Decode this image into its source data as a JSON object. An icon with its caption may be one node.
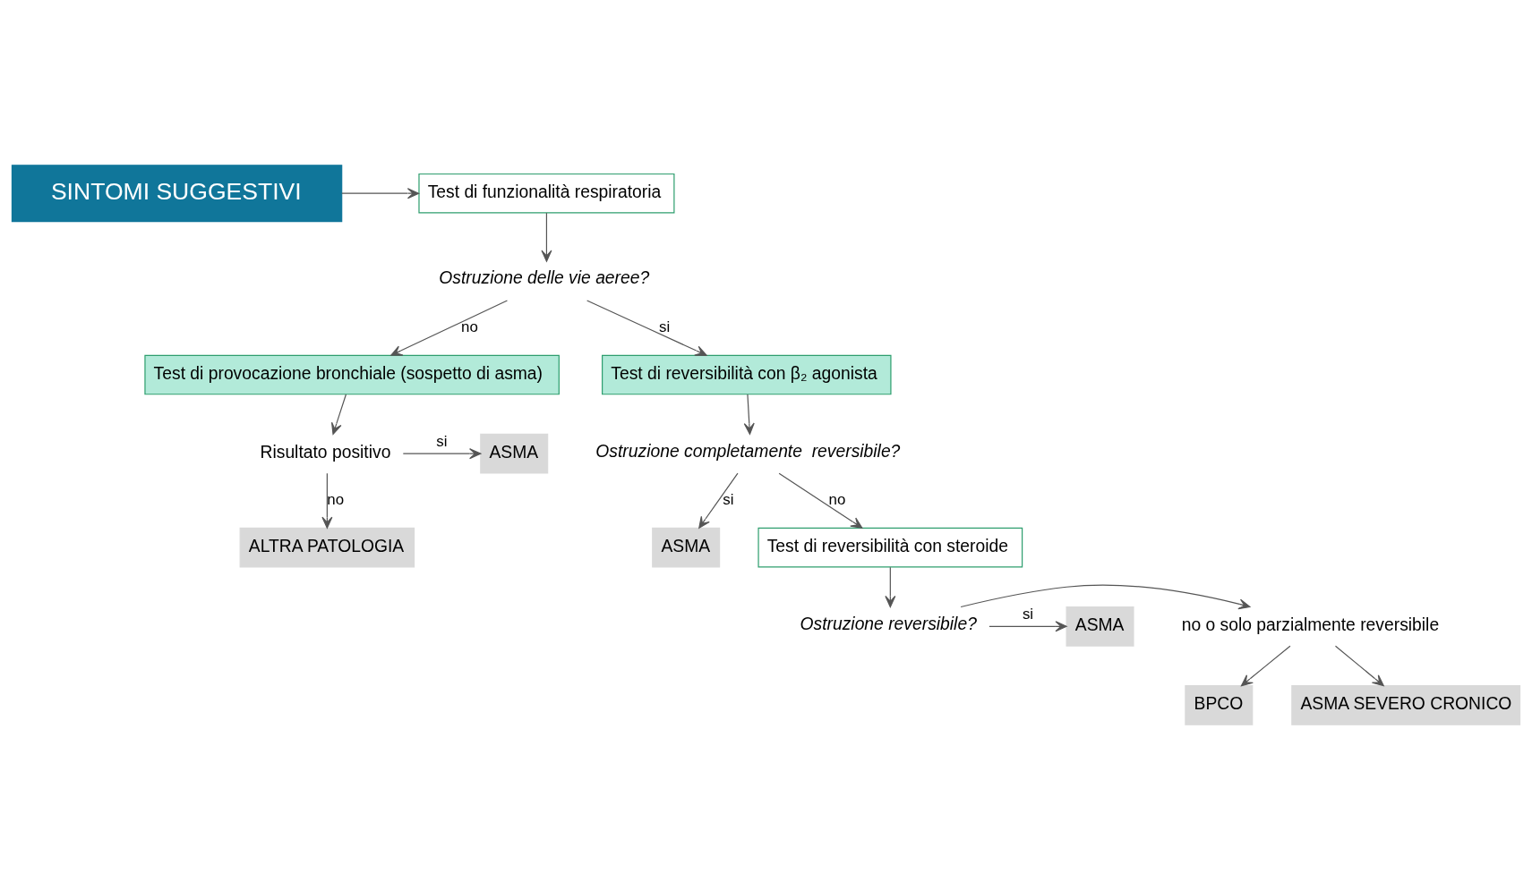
{
  "diagram": {
    "nodes": [
      {
        "text": [
          "SINTOMI SUGGESTIVI"
        ]
      },
      {
        "text": [
          "Test di funzionalità respiratoria"
        ]
      },
      {
        "text": [
          "Ostruzione delle vie aeree?"
        ]
      },
      {
        "text": [
          "Test di provocazione bronchiale (sospetto di asma)"
        ]
      },
      {
        "text": [
          "Test di reversibilità con β₂ agonista"
        ]
      },
      {
        "text": [
          "Risultato positivo"
        ]
      },
      {
        "text": [
          "ASMA"
        ]
      },
      {
        "text": [
          "ALTRA PATOLOGIA"
        ]
      },
      {
        "text": [
          "Ostruzione completamente  reversibile?"
        ]
      },
      {
        "text": [
          "ASMA"
        ]
      },
      {
        "text": [
          "Test di reversibilità con steroide"
        ]
      },
      {
        "text": [
          "Ostruzione reversibile?"
        ]
      },
      {
        "text": [
          "no o solo parzialmente reversibile"
        ]
      },
      {
        "text": [
          "ASMA"
        ]
      },
      {
        "text": [
          "BPCO"
        ]
      },
      {
        "text": [
          "ASMA SEVERO CRONICO"
        ]
      }
    ],
    "edges": [
      {
        "from": 0,
        "to": 1,
        "arrow": "to"
      },
      {
        "from": 1,
        "to": 2,
        "arrow": "to"
      },
      {
        "from": 2,
        "to": 3,
        "arrow": "to",
        "label": "no"
      },
      {
        "from": 2,
        "to": 4,
        "arrow": "to",
        "label": "si"
      },
      {
        "from": 3,
        "to": 5,
        "arrow": "to"
      },
      {
        "from": 5,
        "to": 6,
        "arrow": "to",
        "label": "si"
      },
      {
        "from": 5,
        "to": 7,
        "arrow": "to",
        "label": "no"
      },
      {
        "from": 4,
        "to": 8,
        "arrow": "to"
      },
      {
        "from": 8,
        "to": 9,
        "arrow": "to",
        "label": "si"
      },
      {
        "from": 8,
        "to": 10,
        "arrow": "to",
        "label": "no"
      },
      {
        "from": 10,
        "to": 11,
        "arrow": "to"
      },
      {
        "from": 11,
        "to": 12,
        "arrow": "to"
      },
      {
        "from": 11,
        "to": 13,
        "arrow": "to",
        "label": "si"
      },
      {
        "from": 12,
        "to": 14,
        "arrow": "to"
      },
      {
        "from": 12,
        "to": 15,
        "arrow": "to"
      }
    ]
  }
}
